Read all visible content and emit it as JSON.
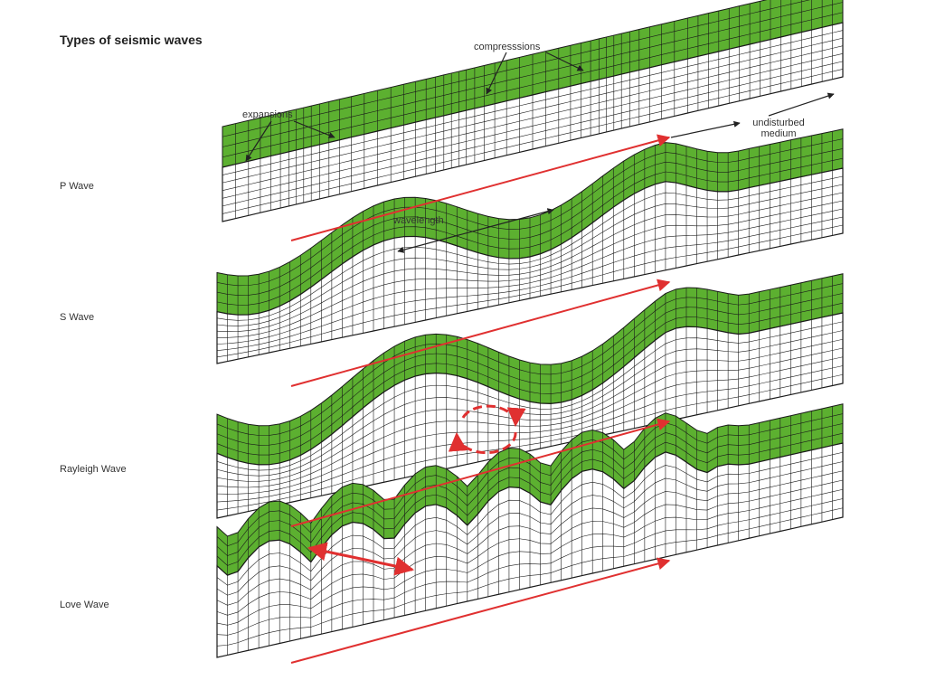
{
  "title": "Types of seismic waves",
  "annotations": {
    "compressions": "compresssions",
    "expansions": "expansions",
    "undisturbed": "undisturbed\nmedium",
    "wavelength": "wavelength"
  },
  "waves": [
    {
      "key": "p",
      "label": "P Wave"
    },
    {
      "key": "s",
      "label": "S Wave"
    },
    {
      "key": "rayleigh",
      "label": "Rayleigh Wave"
    },
    {
      "key": "love",
      "label": "Love Wave"
    }
  ],
  "colors": {
    "top_face": "#5cb030",
    "side_face": "#ffffff",
    "grid_line": "#1a1a1a",
    "arrow": "#e03030",
    "annotation_arrow": "#222222",
    "text": "#333333"
  },
  "icons": [
    "propagation-arrow",
    "particle-motion-circle-icon",
    "transverse-motion-arrow-icon"
  ]
}
